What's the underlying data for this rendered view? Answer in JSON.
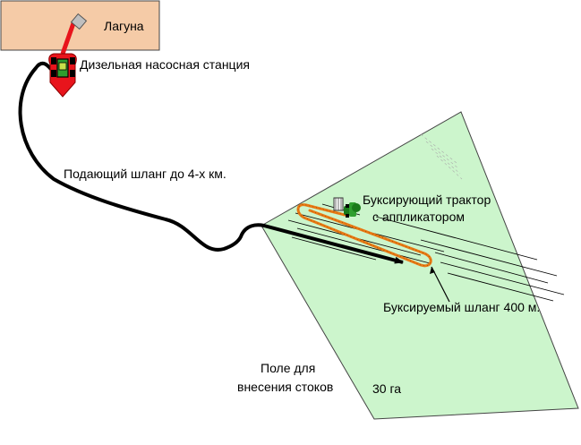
{
  "labels": {
    "lagoon": "Лагуна",
    "pump_station": "Дизельная насосная станция",
    "supply_hose": "Подающий шланг до 4-х км.",
    "tractor_line1": "Буксирующий трактор",
    "tractor_line2": "с аппликатором",
    "drag_hose": "Буксируемый шланг 400 м.",
    "field_line1": "Поле для",
    "field_line2": "внесения стоков",
    "area": "30 га"
  },
  "colors": {
    "lagoon_fill": "#f5cba7",
    "field_fill": "#ccf5cc",
    "hose": "#000000",
    "drag_hose": "#e87a14",
    "pump": "#e8141c",
    "tractor": "#1a7a1a"
  }
}
